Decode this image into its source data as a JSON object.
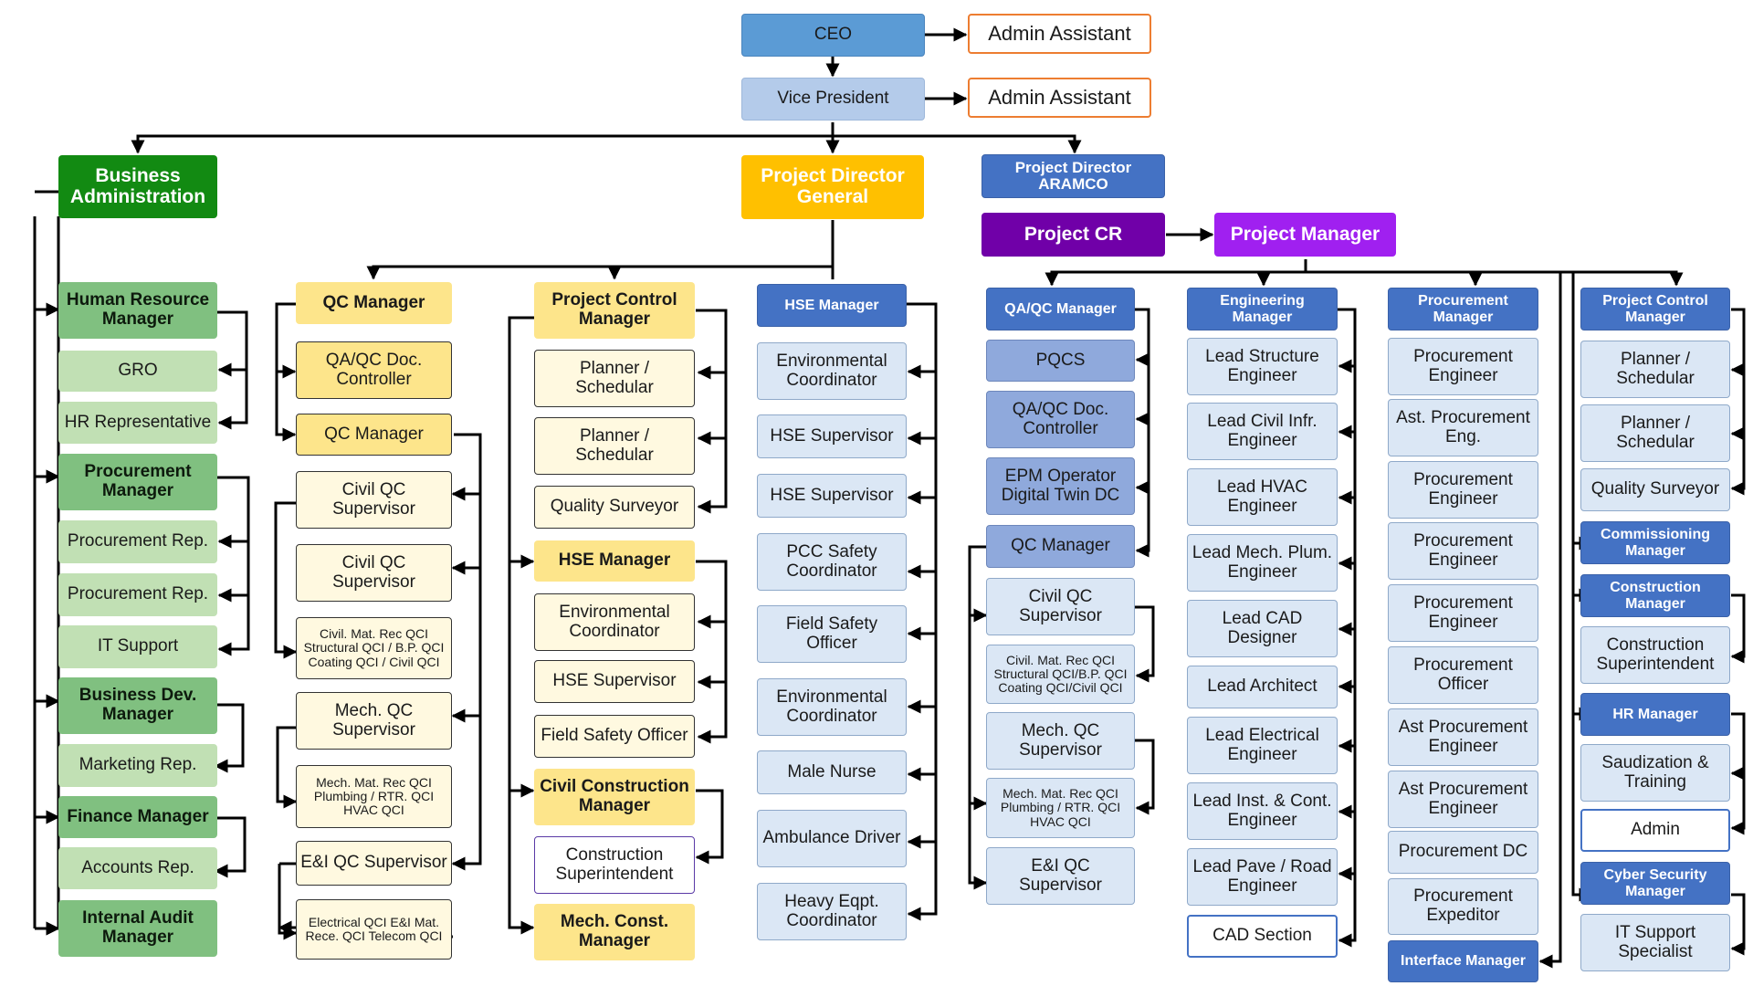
{
  "ceo": "CEO",
  "vp": "Vice President",
  "admin_assistant_1": "Admin Assistant",
  "admin_assistant_2": "Admin Assistant",
  "business_admin": {
    "title": "Business Administration",
    "human_resource_manager": "Human Resource Manager",
    "gro": "GRO",
    "hr_representative": "HR Representative",
    "procurement_manager": "Procurement Manager",
    "procurement_rep_1": "Procurement Rep.",
    "procurement_rep_2": "Procurement Rep.",
    "it_support": "IT Support",
    "business_dev_manager": "Business Dev. Manager",
    "marketing_rep": "Marketing Rep.",
    "finance_manager": "Finance Manager",
    "accounts_rep": "Accounts Rep.",
    "internal_audit_manager": "Internal Audit Manager"
  },
  "project_director_general": "Project Director General",
  "qc": {
    "qc_manager_head": "QC Manager",
    "qaqc_doc_controller": "QA/QC Doc. Controller",
    "qc_manager": "QC Manager",
    "civil_qc_supervisor_1": "Civil QC Supervisor",
    "civil_qc_supervisor_2": "Civil QC Supervisor",
    "civil_qci_group": "Civil. Mat. Rec QCI Structural QCI / B.P. QCI Coating QCI / Civil QCI",
    "mech_qc_supervisor": "Mech. QC Supervisor",
    "mech_qci_group": "Mech. Mat. Rec QCI Plumbing / RTR. QCI HVAC QCI",
    "ei_qc_supervisor": "E&I QC Supervisor",
    "ei_qci_group": "Electrical QCI E&I Mat. Rece. QCI Telecom QCI"
  },
  "pc": {
    "project_control_manager": "Project Control Manager",
    "planner_scheduler_1": "Planner / Schedular",
    "planner_scheduler_2": "Planner / Schedular",
    "quality_surveyor": "Quality Surveyor",
    "hse_manager": "HSE Manager",
    "environmental_coordinator": "Environmental Coordinator",
    "hse_supervisor": "HSE Supervisor",
    "field_safety_officer": "Field Safety Officer",
    "civil_construction_manager": "Civil Construction Manager",
    "construction_superintendent": "Construction Superintendent",
    "mech_const_manager": "Mech. Const. Manager"
  },
  "hse": {
    "hse_manager": "HSE Manager",
    "environmental_coordinator_1": "Environmental Coordinator",
    "hse_supervisor_1": "HSE Supervisor",
    "hse_supervisor_2": "HSE Supervisor",
    "pcc_safety_coordinator": "PCC Safety Coordinator",
    "field_safety_officer": "Field Safety Officer",
    "environmental_coordinator_2": "Environmental Coordinator",
    "male_nurse": "Male Nurse",
    "ambulance_driver": "Ambulance Driver",
    "heavy_eqpt_coordinator": "Heavy Eqpt. Coordinator"
  },
  "aramco": {
    "project_director": "Project Director ARAMCO",
    "project_cr": "Project CR",
    "project_manager": "Project Manager"
  },
  "qaqc": {
    "qaqc_manager": "QA/QC Manager",
    "pqcs": "PQCS",
    "qaqc_doc_controller": "QA/QC Doc. Controller",
    "epm_operator": "EPM Operator Digital Twin DC",
    "qc_manager": "QC Manager",
    "civil_qc_supervisor": "Civil QC Supervisor",
    "civil_qci_group": "Civil. Mat. Rec QCI Structural QCI/B.P. QCI Coating QCI/Civil QCI",
    "mech_qc_supervisor": "Mech. QC Supervisor",
    "mech_qci_group": "Mech. Mat. Rec QCI Plumbing / RTR. QCI HVAC QCI",
    "ei_qc_supervisor": "E&I QC Supervisor"
  },
  "eng": {
    "engineering_manager": "Engineering Manager",
    "lead_structure_engineer": "Lead Structure Engineer",
    "lead_civil_infr_engineer": "Lead Civil Infr. Engineer",
    "lead_hvac_engineer": "Lead HVAC Engineer",
    "lead_mech_plum_engineer": "Lead Mech. Plum. Engineer",
    "lead_cad_designer": "Lead CAD Designer",
    "lead_architect": "Lead Architect",
    "lead_electrical_engineer": "Lead Electrical Engineer",
    "lead_inst_cont_engineer": "Lead Inst. & Cont. Engineer",
    "lead_pave_road_engineer": "Lead Pave / Road Engineer",
    "cad_section": "CAD Section"
  },
  "proc": {
    "procurement_manager": "Procurement Manager",
    "procurement_engineer_1": "Procurement Engineer",
    "ast_procurement_eng": "Ast. Procurement Eng.",
    "procurement_engineer_2": "Procurement Engineer",
    "procurement_engineer_3": "Procurement Engineer",
    "procurement_engineer_4": "Procurement Engineer",
    "procurement_officer": "Procurement Officer",
    "ast_procurement_engineer_1": "Ast Procurement Engineer",
    "ast_procurement_engineer_2": "Ast Procurement Engineer",
    "procurement_dc": "Procurement DC",
    "procurement_expeditor": "Procurement Expeditor",
    "interface_manager": "Interface Manager"
  },
  "pcr": {
    "project_control_manager": "Project Control Manager",
    "planner_scheduler_1": "Planner / Schedular",
    "planner_scheduler_2": "Planner / Schedular",
    "quality_surveyor": "Quality Surveyor",
    "commissioning_manager": "Commissioning Manager",
    "construction_manager": "Construction Manager",
    "construction_superintendent": "Construction Superintendent",
    "hr_manager": "HR Manager",
    "saudization_training": "Saudization & Training",
    "admin": "Admin",
    "cyber_security_manager": "Cyber Security Manager",
    "it_support_specialist": "IT Support Specialist"
  }
}
